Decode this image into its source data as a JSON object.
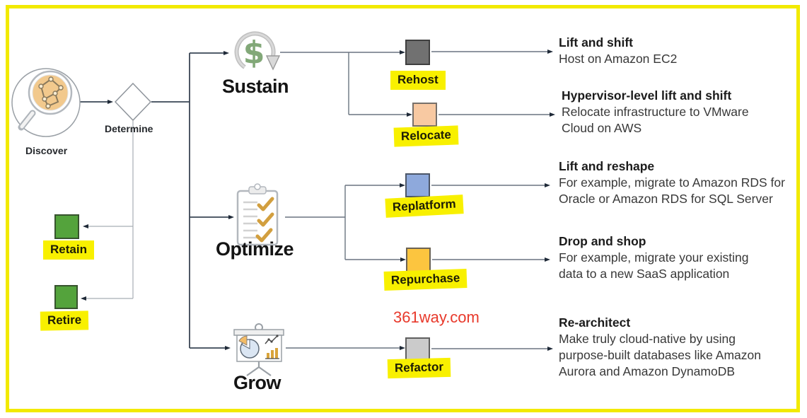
{
  "meta": {
    "border_color": "#f2ea00",
    "highlight_color": "#f8f000",
    "watermark_color": "#e8392b",
    "line_color": "#6a7480",
    "arrow_color": "#1f2a38"
  },
  "watermark": "361way.com",
  "discover": {
    "label": "Discover"
  },
  "determine": {
    "label": "Determine"
  },
  "phases": {
    "sustain": {
      "label": "Sustain"
    },
    "optimize": {
      "label": "Optimize"
    },
    "grow": {
      "label": "Grow"
    }
  },
  "strategies": {
    "rehost": {
      "label": "Rehost",
      "box_color": "#717171",
      "title": "Lift and shift",
      "lines": [
        "Host on Amazon EC2"
      ]
    },
    "relocate": {
      "label": "Relocate",
      "box_color": "#f8c9a2",
      "title": "Hypervisor-level lift and shift",
      "lines": [
        "Relocate infrastructure to VMware",
        "Cloud on AWS"
      ]
    },
    "replatform": {
      "label": "Replatform",
      "box_color": "#8ea9dc",
      "title": "Lift and reshape",
      "lines": [
        "For example, migrate to Amazon RDS for",
        "Oracle or Amazon RDS for SQL Server"
      ]
    },
    "repurchase": {
      "label": "Repurchase",
      "box_color": "#fcc53f",
      "title": "Drop and shop",
      "lines": [
        "For example, migrate your existing",
        "data to a new SaaS application"
      ]
    },
    "refactor": {
      "label": "Refactor",
      "box_color": "#cbcbcb",
      "title": "Re-architect",
      "lines": [
        "Make truly cloud-native by using",
        "purpose-built databases like Amazon",
        "Aurora and Amazon DynamoDB"
      ]
    },
    "retain": {
      "label": "Retain",
      "box_color": "#54a33c"
    },
    "retire": {
      "label": "Retire",
      "box_color": "#54a33c"
    }
  }
}
